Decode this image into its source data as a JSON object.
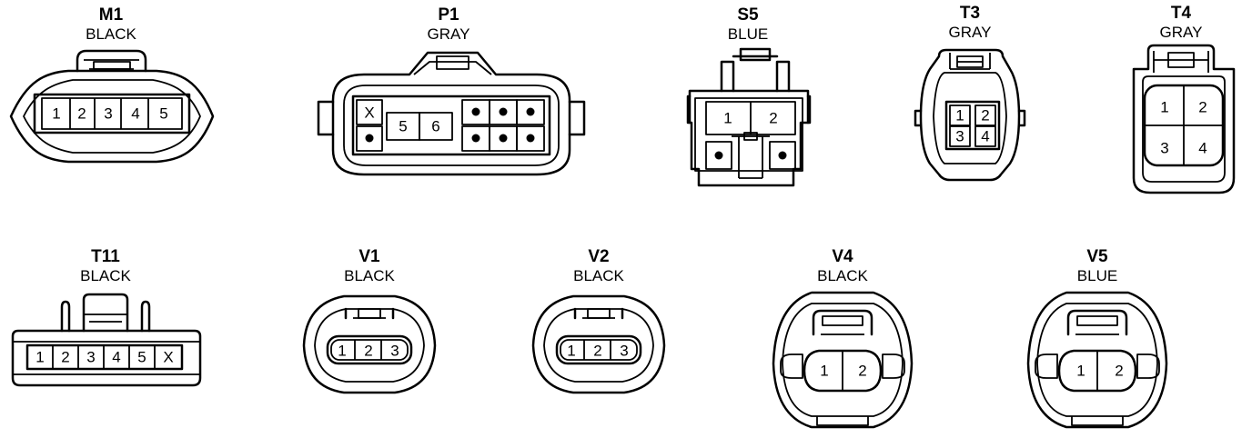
{
  "connectors": [
    {
      "id": "m1",
      "name": "M1",
      "color": "BLACK",
      "pins": [
        "1",
        "2",
        "3",
        "4",
        "5"
      ]
    },
    {
      "id": "p1",
      "name": "P1",
      "color": "GRAY",
      "pins": [
        "X",
        "5",
        "6"
      ]
    },
    {
      "id": "s5",
      "name": "S5",
      "color": "BLUE",
      "pins": [
        "1",
        "2"
      ]
    },
    {
      "id": "t3",
      "name": "T3",
      "color": "GRAY",
      "pins": [
        "1",
        "2",
        "3",
        "4"
      ]
    },
    {
      "id": "t4",
      "name": "T4",
      "color": "GRAY",
      "pins": [
        "1",
        "2",
        "3",
        "4"
      ]
    },
    {
      "id": "t11",
      "name": "T11",
      "color": "BLACK",
      "pins": [
        "1",
        "2",
        "3",
        "4",
        "5",
        "X"
      ]
    },
    {
      "id": "v1",
      "name": "V1",
      "color": "BLACK",
      "pins": [
        "1",
        "2",
        "3"
      ]
    },
    {
      "id": "v2",
      "name": "V2",
      "color": "BLACK",
      "pins": [
        "1",
        "2",
        "3"
      ]
    },
    {
      "id": "v4",
      "name": "V4",
      "color": "BLACK",
      "pins": [
        "1",
        "2"
      ]
    },
    {
      "id": "v5",
      "name": "V5",
      "color": "BLUE",
      "pins": [
        "1",
        "2"
      ]
    }
  ]
}
